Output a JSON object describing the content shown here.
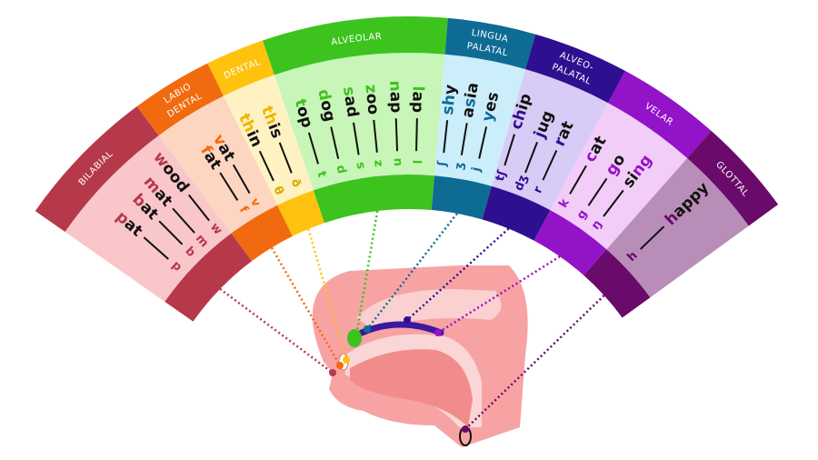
{
  "title": "Places of articulation",
  "sectors": [
    {
      "id": "bilabial",
      "label": [
        "BILABIAL"
      ],
      "color": "#b5394a",
      "light": "#f9c6c9",
      "words": [
        {
          "pre": "",
          "hi": "p",
          "post": "at",
          "ipa": "p"
        },
        {
          "pre": "",
          "hi": "b",
          "post": "at",
          "ipa": "b"
        },
        {
          "pre": "",
          "hi": "m",
          "post": "at",
          "ipa": "m"
        },
        {
          "pre": "",
          "hi": "w",
          "post": "ood",
          "ipa": "w"
        }
      ]
    },
    {
      "id": "labiodental",
      "label": [
        "LABIO",
        "DENTAL"
      ],
      "color": "#f26a0f",
      "light": "#fcd6c0",
      "words": [
        {
          "pre": "",
          "hi": "f",
          "post": "at",
          "ipa": "f"
        },
        {
          "pre": "",
          "hi": "v",
          "post": "at",
          "ipa": "v"
        }
      ]
    },
    {
      "id": "dental",
      "label": [
        "DENTAL"
      ],
      "color": "#ffc20e",
      "light": "#fff2c2",
      "words": [
        {
          "pre": "",
          "hi": "th",
          "post": "in",
          "ipa": "θ"
        },
        {
          "pre": "",
          "hi": "th",
          "post": "is",
          "ipa": "ð"
        }
      ]
    },
    {
      "id": "alveolar",
      "label": [
        "ALVEOLAR"
      ],
      "color": "#3cc31e",
      "light": "#c8f5b8",
      "words": [
        {
          "pre": "",
          "hi": "t",
          "post": "op",
          "ipa": "t"
        },
        {
          "pre": "",
          "hi": "d",
          "post": "og",
          "ipa": "d"
        },
        {
          "pre": "",
          "hi": "s",
          "post": "ad",
          "ipa": "s"
        },
        {
          "pre": "",
          "hi": "z",
          "post": "oo",
          "ipa": "z"
        },
        {
          "pre": "",
          "hi": "n",
          "post": "ap",
          "ipa": "n"
        },
        {
          "pre": "",
          "hi": "l",
          "post": "ap",
          "ipa": "l"
        }
      ]
    },
    {
      "id": "linguapalatal",
      "label": [
        "LINGUA",
        "PALATAL"
      ],
      "color": "#0e6b94",
      "light": "#cbeefa",
      "words": [
        {
          "pre": "",
          "hi": "sh",
          "post": "y",
          "ipa": "ʃ"
        },
        {
          "pre": "a",
          "hi": "s",
          "post": "ia",
          "ipa": "ʒ"
        },
        {
          "pre": "",
          "hi": "y",
          "post": "es",
          "ipa": "j"
        }
      ]
    },
    {
      "id": "alveopalatal",
      "label": [
        "ALVEO-",
        "PALATAL"
      ],
      "color": "#2e0f8f",
      "light": "#d8cbf5",
      "words": [
        {
          "pre": "",
          "hi": "ch",
          "post": "ip",
          "ipa": "tʃ"
        },
        {
          "pre": "",
          "hi": "j",
          "post": "ug",
          "ipa": "dʒ"
        },
        {
          "pre": "",
          "hi": "r",
          "post": "at",
          "ipa": "r"
        }
      ]
    },
    {
      "id": "velar",
      "label": [
        "VELAR"
      ],
      "color": "#9313c8",
      "light": "#f2cdf8",
      "words": [
        {
          "pre": "",
          "hi": "c",
          "post": "at",
          "ipa": "k"
        },
        {
          "pre": "",
          "hi": "g",
          "post": "o",
          "ipa": "g"
        },
        {
          "pre": "si",
          "hi": "ng",
          "post": "",
          "ipa": "ŋ"
        }
      ]
    },
    {
      "id": "glottal",
      "label": [
        "GLOTTAL"
      ],
      "color": "#6a0a6b",
      "light": "#b88db8",
      "words": [
        {
          "pre": "",
          "hi": "h",
          "post": "appy",
          "ipa": "h"
        }
      ]
    }
  ]
}
